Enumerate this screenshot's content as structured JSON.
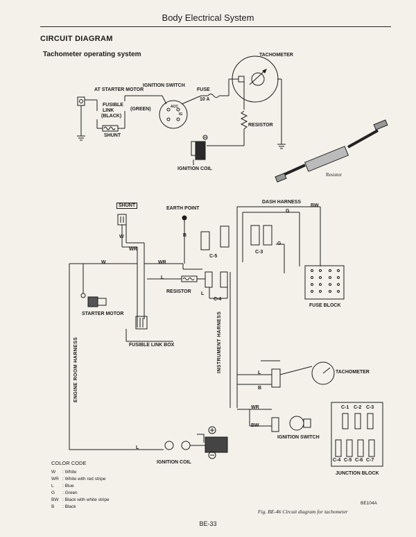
{
  "header": "Body Electrical System",
  "section_title": "CIRCUIT DIAGRAM",
  "subtitle": "Tachometer operating system",
  "top": {
    "tachometer": "TACHOMETER",
    "at_starter_motor": "AT STARTER MOTOR",
    "ignition_switch": "IGNITION SWITCH",
    "fuse": "FUSE",
    "fuse_rating": "10 A",
    "fusible": "FUSIBLE",
    "link": "LINK",
    "black": "(BLACK)",
    "green": "(GREEN)",
    "shunt": "SHUNT",
    "resistor": "RESISTOR",
    "ignition_coil": "IGNITION COIL",
    "resistor_photo": "Resistor",
    "switch_acc": "ACC",
    "switch_ig": "IG"
  },
  "bottom": {
    "shunt": "SHUNT",
    "earth_point": "EARTH POINT",
    "dash_harness": "DASH HARNESS",
    "w1": "W",
    "wr1": "WR",
    "w2": "W",
    "wr2": "WR",
    "l1": "L",
    "b1": "B",
    "bw1": "BW",
    "g1": "G",
    "g2": "G",
    "c5": "C-5",
    "c3": "C-3",
    "c4": "C-4",
    "l2": "L",
    "resistor": "RESISTOR",
    "fuse_block": "FUSE BLOCK",
    "starter_motor": "STARTER MOTOR",
    "fusible_link_box": "FUSIBLE LINK BOX",
    "engine_room_harness": "ENGINE ROOM HARNESS",
    "instrument_harness": "INSTRUMENT HARNESS",
    "tachometer": "TACHOMETER",
    "l3": "L",
    "b2": "B",
    "wr3": "WR",
    "bw2": "BW",
    "ignition_switch": "IGNITION SWITCH",
    "l4": "L",
    "ignition_coil": "IGNITION COIL",
    "junction_block": "JUNCTION BLOCK",
    "jb_top": [
      "C-1",
      "C-2",
      "C-3"
    ],
    "jb_bottom": [
      "C-4",
      "C-5",
      "C-6",
      "C-7"
    ]
  },
  "color_code": {
    "title": "COLOR CODE",
    "rows": [
      {
        "k": "W",
        "v": ": White"
      },
      {
        "k": "WR",
        "v": ": White with red stripe"
      },
      {
        "k": "L",
        "v": ": Blue"
      },
      {
        "k": "G",
        "v": ": Green"
      },
      {
        "k": "BW",
        "v": ": Black with white stripe"
      },
      {
        "k": "B",
        "v": ": Black"
      }
    ]
  },
  "figure_code": "BE104A",
  "caption": "Fig. BE-46 Circuit diagram for tachometer",
  "page_number": "BE-33"
}
